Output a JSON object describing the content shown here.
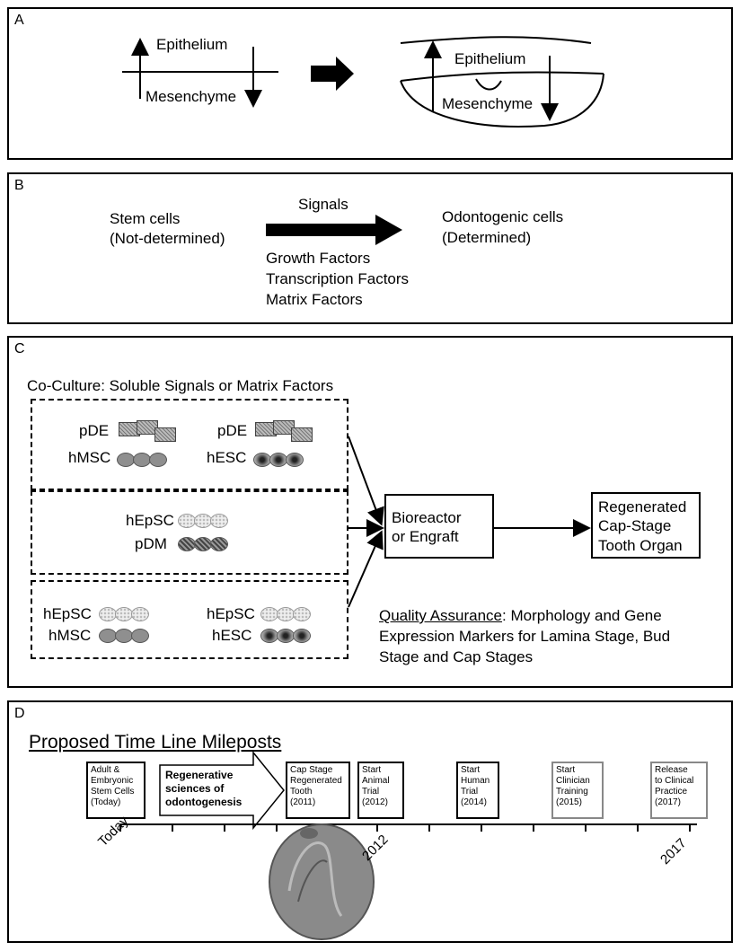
{
  "panelA": {
    "label": "A",
    "left": {
      "epithelium": "Epithelium",
      "mesenchyme": "Mesenchyme"
    },
    "right": {
      "epithelium": "Epithelium",
      "mesenchyme": "Mesenchyme"
    }
  },
  "panelB": {
    "label": "B",
    "stem_line1": "Stem cells",
    "stem_line2": "(Not-determined)",
    "signals": "Signals",
    "factors": [
      "Growth Factors",
      "Transcription Factors",
      "Matrix Factors"
    ],
    "odonto_line1": "Odontogenic cells",
    "odonto_line2": "(Determined)"
  },
  "panelC": {
    "label": "C",
    "title": "Co-Culture: Soluble Signals or Matrix Factors",
    "group1": {
      "a_top": "pDE",
      "a_bottom": "hMSC",
      "b_top": "pDE",
      "b_bottom": "hESC"
    },
    "group2": {
      "top": "hEpSC",
      "bottom": "pDM"
    },
    "group3": {
      "a_top": "hEpSC",
      "a_bottom": "hMSC",
      "b_top": "hEpSC",
      "b_bottom": "hESC"
    },
    "bioreactor": [
      "Bioreactor",
      "or Engraft"
    ],
    "regenerated": [
      "Regenerated",
      "Cap-Stage",
      "Tooth Organ"
    ],
    "qa_label": "Quality Assurance",
    "qa_text1": ": Morphology and Gene",
    "qa_text2": "Expression Markers for Lamina Stage, Bud",
    "qa_text3": "Stage and Cap Stages"
  },
  "panelD": {
    "label": "D",
    "title": "Proposed Time Line Mileposts",
    "box1": [
      "Adult &",
      "Embryonic",
      "Stem Cells",
      "(Today)"
    ],
    "arrow_text": [
      "Regenerative",
      "sciences of",
      "odontogenesis"
    ],
    "box2": [
      "Cap Stage",
      "Regenerated",
      "Tooth",
      "(2011)"
    ],
    "box3": [
      "Start",
      "Animal",
      "Trial",
      "(2012)"
    ],
    "box4": [
      "Start",
      "Human",
      "Trial",
      "(2014)"
    ],
    "box5": [
      "Start",
      "Clinician",
      "Training",
      "(2015)"
    ],
    "box6": [
      "Release",
      "to Clinical",
      "Practice",
      "(2017)"
    ],
    "axis_today": "Today",
    "axis_2012": "2012",
    "axis_2017": "2017"
  }
}
